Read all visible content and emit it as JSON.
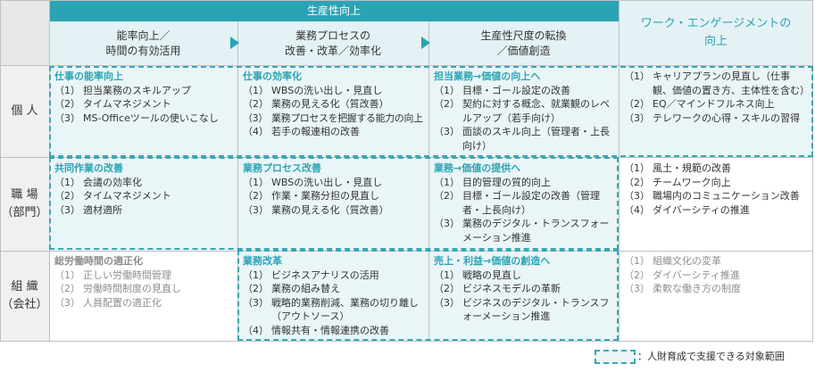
{
  "header": {
    "group_title": "生産性向上",
    "col1_line1": "能率向上／",
    "col1_line2": "時間の有効活用",
    "col2_line1": "業務プロセスの",
    "col2_line2": "改善・改革／効率化",
    "col3_line1": "生産性尺度の転換",
    "col3_line2": "／価値創造",
    "col4_line1": "ワーク・エンゲージメントの",
    "col4_line2": "向上"
  },
  "rows": {
    "individual": {
      "line1": "個 人"
    },
    "department": {
      "line1": "職 場",
      "line2": "（部門）"
    },
    "organization": {
      "line1": "組 織",
      "line2": "（会社）"
    }
  },
  "cells": {
    "r1c1": {
      "title": "仕事の能率向上",
      "items": [
        {
          "num": "（1）",
          "text": "担当業務のスキルアップ"
        },
        {
          "num": "（2）",
          "text": "タイムマネジメント"
        },
        {
          "num": "（3）",
          "text": "MS-Officeツールの使いこなし"
        }
      ]
    },
    "r1c2": {
      "title": "仕事の効率化",
      "items": [
        {
          "num": "（1）",
          "text": "WBSの洗い出し・見直し"
        },
        {
          "num": "（2）",
          "text": "業務の見える化（質改善）"
        },
        {
          "num": "（3）",
          "text": "業務プロセスを把握する能力の向上"
        },
        {
          "num": "（4）",
          "text": "若手の報連相の改善"
        }
      ]
    },
    "r1c3": {
      "title": "担当業務→価値の向上へ",
      "items": [
        {
          "num": "（1）",
          "text": "目標・ゴール設定の改善"
        },
        {
          "num": "（2）",
          "text": "契約に対する概念、就業観のレベルアップ（若手向け）"
        },
        {
          "num": "（3）",
          "text": "面談のスキル向上（管理者・上長向け）"
        }
      ]
    },
    "r1c4": {
      "items": [
        {
          "num": "（1）",
          "text": "キャリアプランの見直し（仕事観、価値の置き方、主体性を含む）"
        },
        {
          "num": "（2）",
          "text": "EQ／マインドフルネス向上"
        },
        {
          "num": "（3）",
          "text": "テレワークの心得・スキルの習得"
        }
      ]
    },
    "r2c1": {
      "title": "共同作業の改善",
      "items": [
        {
          "num": "（1）",
          "text": "会議の効率化"
        },
        {
          "num": "（2）",
          "text": "タイムマネジメント"
        },
        {
          "num": "（3）",
          "text": "適材適所"
        }
      ]
    },
    "r2c2": {
      "title": "業務プロセス改善",
      "items": [
        {
          "num": "（1）",
          "text": "WBSの洗い出し・見直し"
        },
        {
          "num": "（2）",
          "text": "作業・業務分担の見直し"
        },
        {
          "num": "（3）",
          "text": "業務の見える化（質改善）"
        }
      ]
    },
    "r2c3": {
      "title": "業務→価値の提供へ",
      "items": [
        {
          "num": "（1）",
          "text": "目的管理の質的向上"
        },
        {
          "num": "（2）",
          "text": "目標・ゴール設定の改善（管理者・上長向け）"
        },
        {
          "num": "（3）",
          "text": "業務のデジタル・トランスフォーメーション推進"
        }
      ]
    },
    "r2c4": {
      "items": [
        {
          "num": "（1）",
          "text": "風土・規範の改善"
        },
        {
          "num": "（2）",
          "text": "チームワーク向上"
        },
        {
          "num": "（3）",
          "text": "職場内のコミュニケーション改善"
        },
        {
          "num": "（4）",
          "text": "ダイバーシティの推進"
        }
      ]
    },
    "r3c1": {
      "title": "総労働時間の適正化",
      "items": [
        {
          "num": "（1）",
          "text": "正しい労働時間管理"
        },
        {
          "num": "（2）",
          "text": "労働時間制度の見直し"
        },
        {
          "num": "（3）",
          "text": "人員配置の適正化"
        }
      ]
    },
    "r3c2": {
      "title": "業務改革",
      "items": [
        {
          "num": "（1）",
          "text": "ビジネスアナリスの活用"
        },
        {
          "num": "（2）",
          "text": "業務の組み替え"
        },
        {
          "num": "（3）",
          "text": "戦略的業務削減、業務の切り離し（アウトソース）"
        },
        {
          "num": "（4）",
          "text": "情報共有・情報連携の改善"
        }
      ]
    },
    "r3c3": {
      "title": "売上・利益→価値の創造へ",
      "items": [
        {
          "num": "（1）",
          "text": "戦略の見直し"
        },
        {
          "num": "（2）",
          "text": "ビジネスモデルの革新"
        },
        {
          "num": "（3）",
          "text": "ビジネスのデジタル・トランスフォーメーション推進"
        }
      ]
    },
    "r3c4": {
      "items": [
        {
          "num": "（1）",
          "text": "組織文化の変革"
        },
        {
          "num": "（2）",
          "text": "ダイバーシティ推進"
        },
        {
          "num": "（3）",
          "text": "柔軟な働き方の制度"
        }
      ]
    }
  },
  "legend": {
    "text": "：人財育成で支援できる対象範囲"
  },
  "colors": {
    "teal": "#2aa4b4",
    "header_light": "#e4f2f5",
    "cell_tint": "#eaf5f7",
    "dash": "#3aa7b5"
  }
}
